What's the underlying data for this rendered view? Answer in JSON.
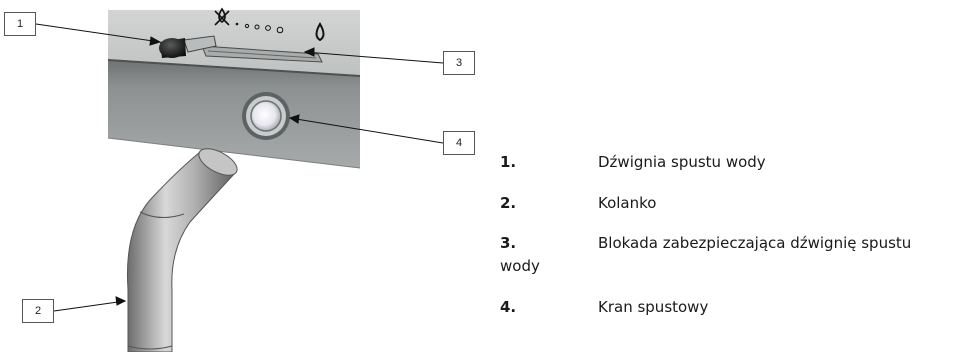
{
  "callouts": {
    "c1": "1",
    "c2": "2",
    "c3": "3",
    "c4": "4"
  },
  "legend": {
    "items": [
      {
        "number": "1.",
        "text": "Dźwignia spustu wody"
      },
      {
        "number": "2.",
        "text": "Kolanko"
      },
      {
        "number": "3.",
        "text": "Blokada zabezpieczająca dźwignię spustu",
        "text_cont": "wody"
      },
      {
        "number": "4.",
        "text": "Kran spustowy"
      }
    ]
  },
  "panel_symbols": {
    "left": "no-water-icon",
    "dots": "level-dots",
    "right": "water-drop-icon"
  },
  "colors": {
    "panel": "#c9cbcb",
    "panel_front": "#8c9090",
    "pipe": "#9a9a9a",
    "leader": "#111111"
  }
}
